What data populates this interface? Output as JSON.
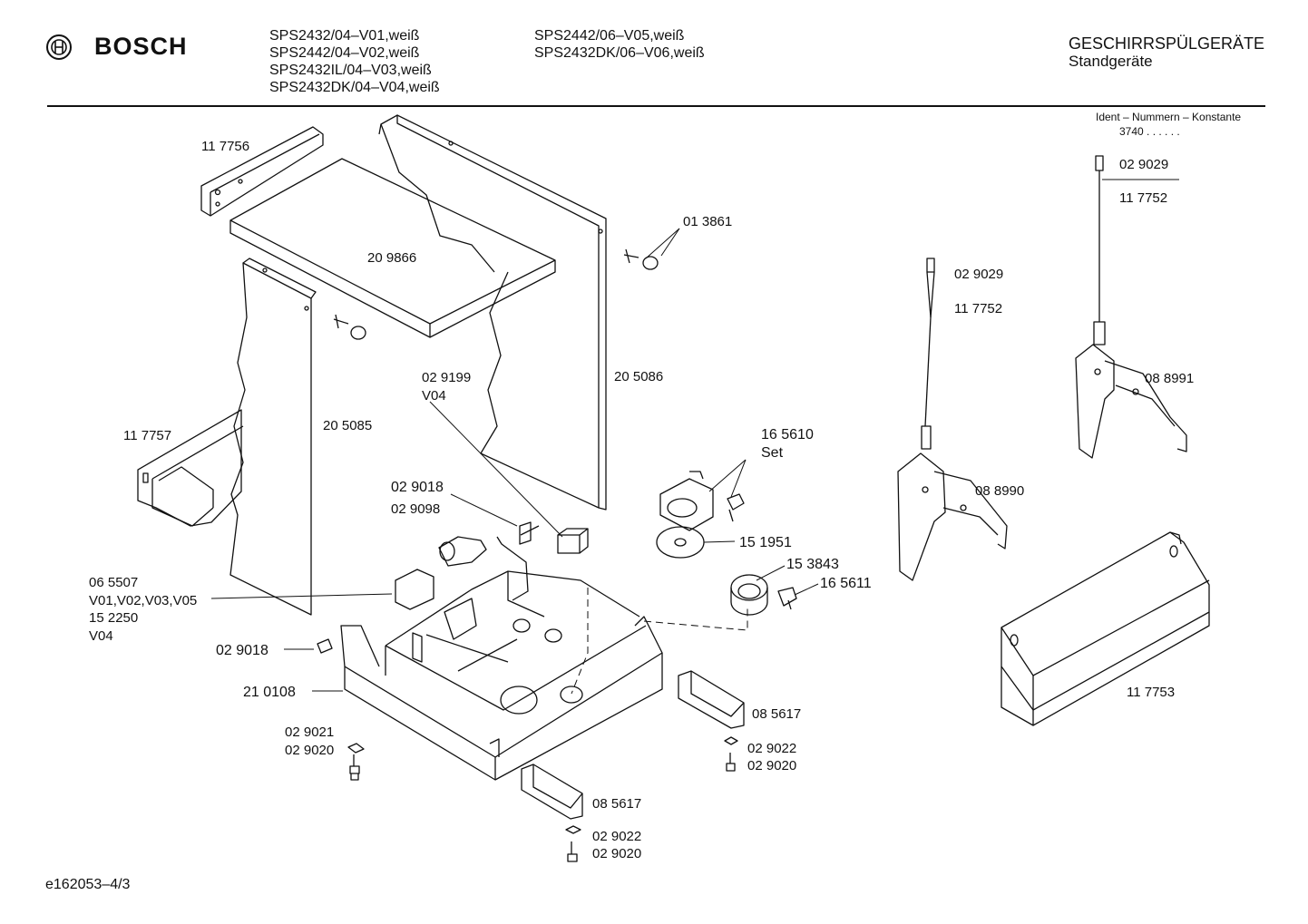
{
  "header": {
    "brand": "BOSCH",
    "models_col1": [
      "SPS2432/04–V01,weiß",
      "SPS2442/04–V02,weiß",
      "SPS2432IL/04–V03,weiß",
      "SPS2432DK/04–V04,weiß"
    ],
    "models_col2": [
      "SPS2442/06–V05,weiß",
      "SPS2432DK/06–V06,weiß"
    ],
    "category": "GESCHIRRSPÜLGERÄTE",
    "subcategory": "Standgeräte",
    "ident_label": "Ident – Nummern – Konstante",
    "ident_value": "3740 . .   . . . ."
  },
  "parts": {
    "p117756": "11 7756",
    "p209866": "20 9866",
    "p013861": "01 3861",
    "p205086": "20 5086",
    "p205085": "20 5085",
    "p117757": "11 7757",
    "p029199": "02 9199",
    "v04a": "V04",
    "p029018a": "02 9018",
    "p029098": "02 9098",
    "p065507": "06 5507",
    "v01_05": "V01,V02,V03,V05",
    "p152250": "15 2250",
    "v04b": "V04",
    "p029018b": "02 9018",
    "p210108": "21 0108",
    "p029021": "02 9021",
    "p029020a": "02 9020",
    "p165610": "16 5610",
    "set": "Set",
    "p151951": "15 1951",
    "p153843": "15 3843",
    "p165611": "16 5611",
    "p085617a": "08 5617",
    "p029022a": "02 9022",
    "p029020b": "02 9020",
    "p085617b": "08 5617",
    "p029022b": "02 9022",
    "p029020c": "02 9020",
    "p029029a": "02 9029",
    "p117752a": "11 7752",
    "p088990": "08 8990",
    "p029029b": "02 9029",
    "p117752b": "11 7752",
    "p088991": "08 8991",
    "p117753": "11 7753"
  },
  "footer": {
    "code": "e162053–4/3"
  }
}
